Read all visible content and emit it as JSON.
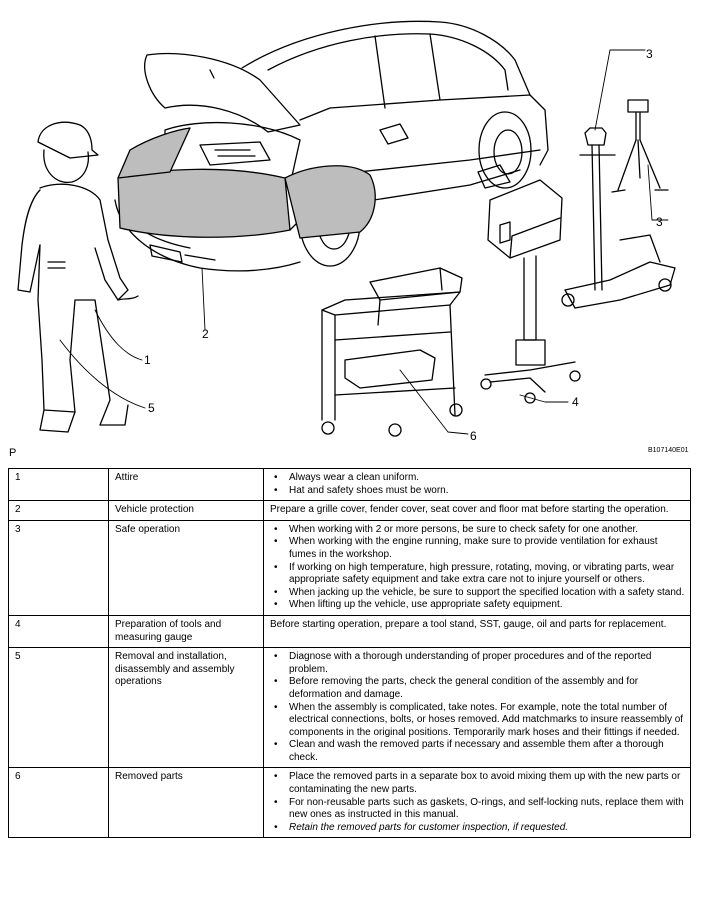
{
  "figure": {
    "callouts": [
      "1",
      "2",
      "3",
      "3",
      "4",
      "5",
      "6"
    ],
    "figure_id": "B107140E01",
    "corner_mark": "P"
  },
  "rows": [
    {
      "num": "1",
      "label": "Attire",
      "bullets": [
        "Always wear a clean uniform.",
        "Hat and safety shoes must be worn."
      ]
    },
    {
      "num": "2",
      "label": "Vehicle protection",
      "text": "Prepare a grille cover, fender cover, seat cover and floor mat before starting the operation."
    },
    {
      "num": "3",
      "label": "Safe operation",
      "bullets": [
        "When working with 2 or more persons, be sure to check safety for one another.",
        "When working with the engine running, make sure to provide ventilation for exhaust fumes in the workshop.",
        "If working on high temperature, high pressure, rotating, moving, or vibrating parts, wear appropriate safety equipment and take extra care not to injure yourself or others.",
        "When jacking up the vehicle, be sure to support the specified location with a safety stand.",
        "When lifting up the vehicle, use appropriate safety equipment."
      ]
    },
    {
      "num": "4",
      "label": "Preparation of tools and measuring gauge",
      "text": "Before starting operation, prepare a tool stand, SST, gauge, oil and parts for replacement."
    },
    {
      "num": "5",
      "label": "Removal and installation, disassembly and assembly operations",
      "bullets": [
        "Diagnose with a thorough understanding of proper procedures and of the reported problem.",
        "Before removing the parts, check the general condition of the assembly and for deformation and damage.",
        "When the assembly is complicated, take notes. For example, note the total number of electrical connections, bolts, or hoses removed. Add matchmarks to insure reassembly of components in the original positions. Temporarily mark hoses and their fittings if needed.",
        "Clean and wash the removed parts if necessary and assemble them after a thorough check."
      ]
    },
    {
      "num": "6",
      "label": "Removed parts",
      "bullets": [
        "Place the removed parts in a separate box to avoid mixing them up with the new parts or contaminating the new parts.",
        "For non-reusable parts such as gaskets, O-rings, and self-locking nuts, replace them with new ones as instructed in this manual.",
        "Retain the removed parts for customer inspection, if requested."
      ]
    }
  ]
}
